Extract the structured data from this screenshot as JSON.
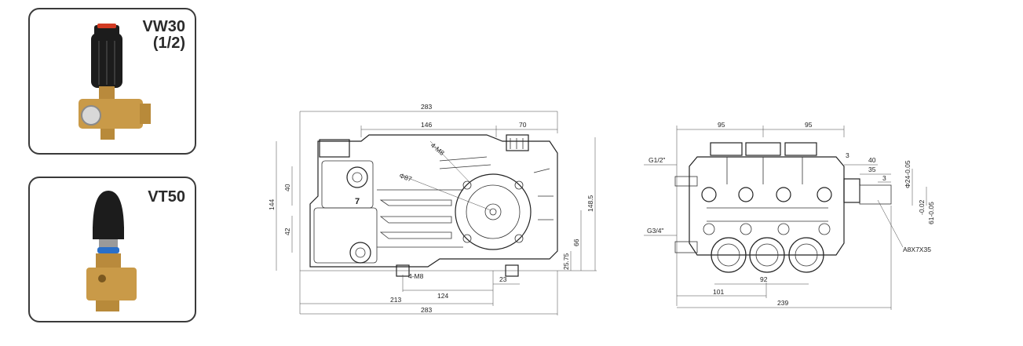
{
  "products": [
    {
      "model_line1": "VW30",
      "model_line2": "(1/2)",
      "icon": "unloader-valve-vw30"
    },
    {
      "model_line1": "VT50",
      "icon": "unloader-valve-vt50"
    }
  ],
  "front_view": {
    "labels": {
      "overall_top": "283",
      "overall_bottom": "283",
      "top_left": "146",
      "top_right": "70",
      "mount_holes": "4-M8",
      "circle_dia": "Φ87",
      "base_holes": "4-M8",
      "height_total": "144",
      "height_upper": "40",
      "height_lower": "42",
      "height_right": "148.5",
      "height_66": "66",
      "height_2575": "25.75",
      "bottom_124": "124",
      "bottom_23": "23",
      "bottom_213": "213",
      "mark_7": "7"
    }
  },
  "side_view": {
    "labels": {
      "top_left": "95",
      "top_right": "95",
      "port_top": "G1/2\"",
      "port_bottom": "G3/4\"",
      "dim_3a": "3",
      "dim_40": "40",
      "dim_35": "35",
      "dim_3b": "3",
      "shaft_dia": "Φ24-0.05",
      "shaft_tol1": "-0.02",
      "shaft_tol2": "61-0.05",
      "key": "A8X7X35",
      "bottom_92": "92",
      "bottom_101": "101",
      "bottom_239": "239"
    }
  }
}
